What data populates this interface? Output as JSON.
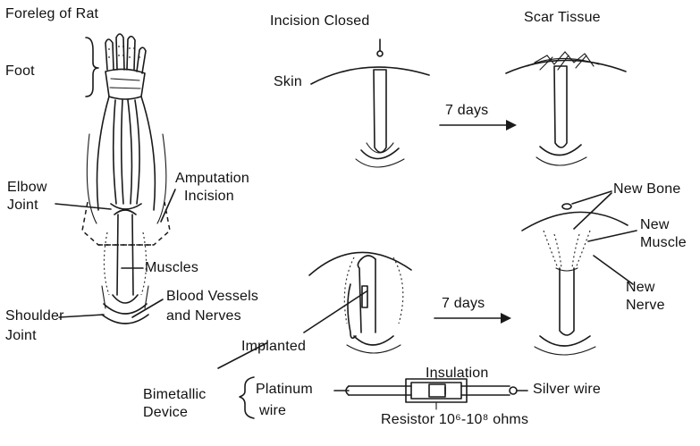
{
  "labels": {
    "foreleg_of_rat": "Foreleg of Rat",
    "foot": "Foot",
    "elbow": "Elbow",
    "joint": "Joint",
    "amputation": "Amputation",
    "incision": "Incision",
    "muscles": "Muscles",
    "blood_vessels": "Blood Vessels",
    "and_nerves": "and Nerves",
    "shoulder": "Shoulder",
    "shoulder_joint": "Joint",
    "incision_closed": "Incision Closed",
    "skin": "Skin",
    "seven_days_top": "7 days",
    "scar_tissue": "Scar Tissue",
    "new_bone": "New Bone",
    "new": "New",
    "muscle": "Muscle",
    "new2": "New",
    "nerve": "Nerve",
    "seven_days_bottom": "7 days",
    "implanted": "Implanted",
    "bimetallic": "Bimetallic",
    "device": "Device",
    "platinum": "Platinum",
    "wire": "wire",
    "insulation": "Insulation",
    "silver_wire": "Silver wire",
    "resistor": "Resistor 10⁶-10⁸ ohms"
  }
}
